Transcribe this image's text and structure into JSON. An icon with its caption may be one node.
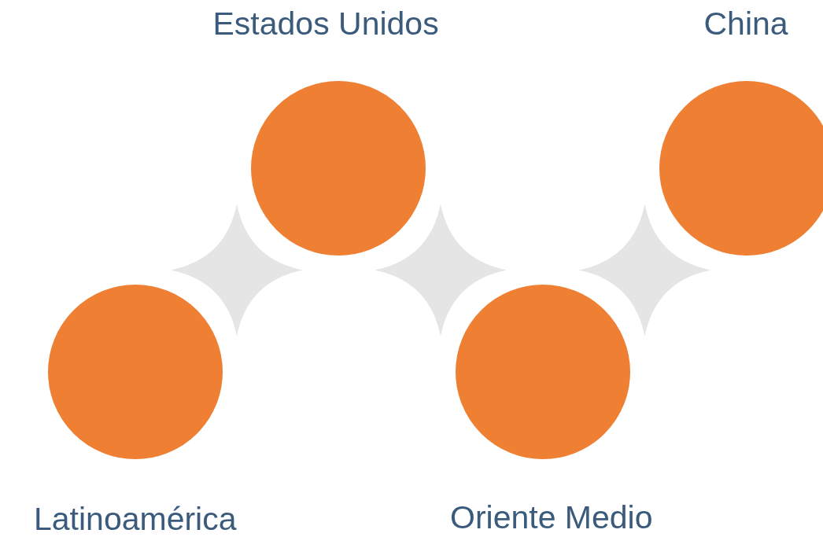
{
  "diagram": {
    "nodes": [
      {
        "text": [
          "Latinoamérica"
        ]
      },
      {
        "text": [
          "Estados Unidos"
        ]
      },
      {
        "text": [
          "Oriente Medio"
        ]
      },
      {
        "text": [
          "China"
        ]
      }
    ],
    "edges": [
      {
        "from": 0,
        "to": 1,
        "arrow": "none"
      },
      {
        "from": 1,
        "to": 2,
        "arrow": "none"
      },
      {
        "from": 2,
        "to": 3,
        "arrow": "none"
      }
    ]
  }
}
